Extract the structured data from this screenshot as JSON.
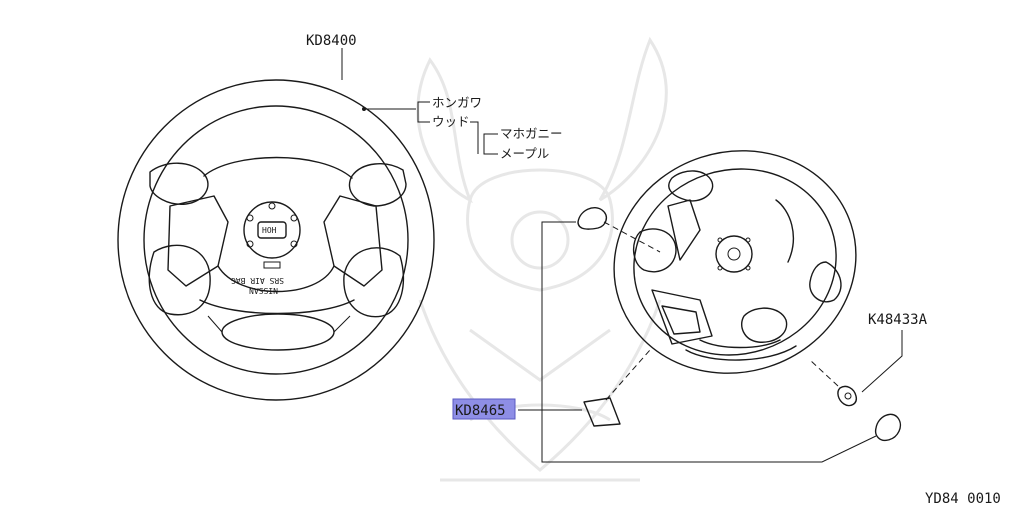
{
  "parts": {
    "wheel_part_no": "KD8400",
    "cover_part_no": "KD8465",
    "screw_part_no": "K48433A"
  },
  "options": {
    "honkawa": "ホンガワ",
    "wood": "ウッド",
    "mahogany": "マホガニー",
    "maple": "メープル"
  },
  "wheel_markings": {
    "line1": "SRS AIR BAG",
    "line2": "NISSAN"
  },
  "diagram_code": "YD84 0010",
  "colors": {
    "highlight": "#8e8ee6",
    "ink": "#1a1a1a",
    "watermark": "#e7e7e7"
  }
}
